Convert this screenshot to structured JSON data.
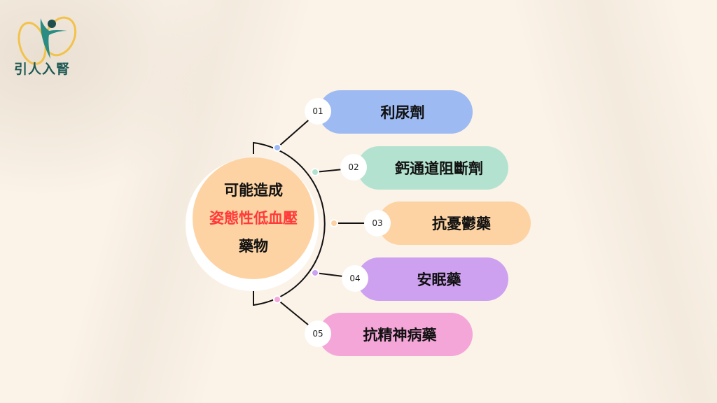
{
  "logo": {
    "text": "引人入腎"
  },
  "center": {
    "line1": "可能造成",
    "line2": "姿態性低血壓",
    "line3": "藥物"
  },
  "items": [
    {
      "num": "01",
      "label": "利尿劑",
      "color": "#9dbaf2"
    },
    {
      "num": "02",
      "label": "鈣通道阻斷劑",
      "color": "#b3e3d0"
    },
    {
      "num": "03",
      "label": "抗憂鬱藥",
      "color": "#fdd3a3"
    },
    {
      "num": "04",
      "label": "安眠藥",
      "color": "#cda1ef"
    },
    {
      "num": "05",
      "label": "抗精神病藥",
      "color": "#f4a6d8"
    }
  ]
}
